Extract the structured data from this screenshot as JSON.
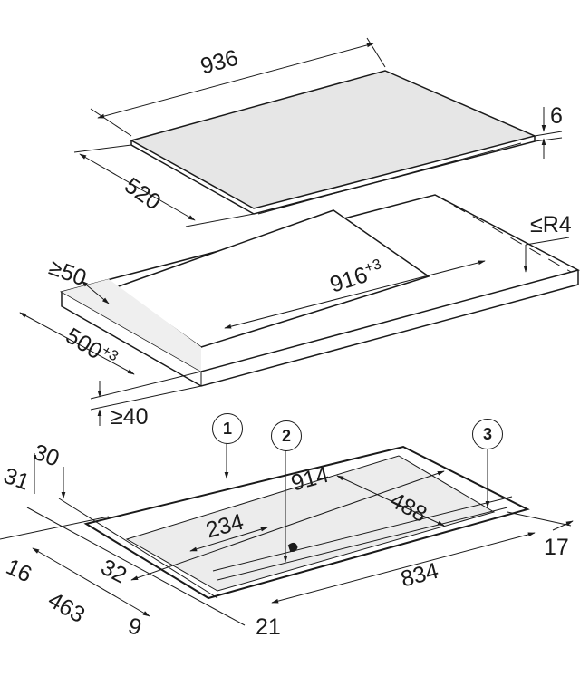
{
  "hob": {
    "width": "936",
    "depth": "520",
    "thickness": "6"
  },
  "cutout": {
    "min_edge_distance": "≥50",
    "width": "916",
    "width_tolerance": "+3",
    "depth": "500",
    "depth_tolerance": "+3",
    "corner_radius": "≤R4",
    "min_worktop_thickness": "≥40"
  },
  "underside": {
    "callouts": [
      "1",
      "2",
      "3"
    ],
    "dims": {
      "d914": "914",
      "d488": "488",
      "d234": "234",
      "d32": "32",
      "d463": "463",
      "d16": "16",
      "d31": "31",
      "d30": "30",
      "d9": "9",
      "d21": "21",
      "d834": "834",
      "d17": "17"
    }
  },
  "colors": {
    "line": "#1a1a1a",
    "surface": "#e6e6e6"
  }
}
